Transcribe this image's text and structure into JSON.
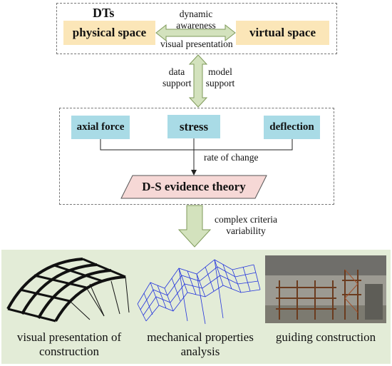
{
  "top": {
    "title": "DTs",
    "physical": "physical space",
    "virtual": "virtual space",
    "arrow_top": "dynamic awareness",
    "arrow_bottom": "visual presentation"
  },
  "link": {
    "left": "data support",
    "right": "model support"
  },
  "middle": {
    "boxes": [
      "axial force",
      "stress",
      "deflection"
    ],
    "rate": "rate of change",
    "theory": "D-S evidence theory"
  },
  "down_arrow": {
    "label": "complex criteria variability"
  },
  "outcomes": [
    "visual presentation of construction",
    "mechanical properties analysis",
    "guiding construction"
  ],
  "colors": {
    "space_fill": "#fbe6b8",
    "metric_fill": "#a9dbe6",
    "theory_fill": "#f6d8d6",
    "arrow_fill": "#d3e2bd",
    "arrow_stroke": "#7f9a5a",
    "bottom_fill": "#e3ecd7",
    "mesh": "#2233dd"
  }
}
